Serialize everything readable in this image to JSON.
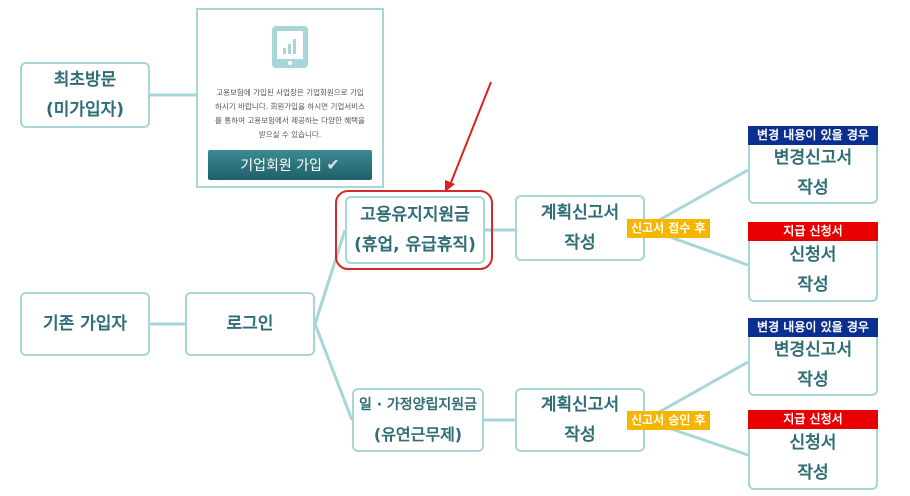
{
  "first_visit": {
    "line1": "최초방문",
    "line2": "(미가입자)"
  },
  "card": {
    "text": "고용보험에 가입된 사업장은 기업회원으로 가입 하시기 바랍니다. 회원가입을 하시면 기업서비스를 통하여 고용보험에서 제공하는 다양한 혜택을 받으실 수 있습니다.",
    "button": "기업회원 가입",
    "check": "✔"
  },
  "existing": "기존 가입자",
  "login": "로그인",
  "top": {
    "program1": "고용유지지원금",
    "program2": "(휴업, 유급휴직)",
    "plan1": "계획신고서",
    "plan2": "작성",
    "tag": "신고서 접수 후",
    "change_hdr": "변경 내용이 있을 경우",
    "change1": "변경신고서",
    "change2": "작성",
    "pay_hdr": "지급 신청서",
    "pay1": "신청서",
    "pay2": "작성"
  },
  "bottom": {
    "program1": "일 · 가정양립지원금",
    "program2": "(유연근무제)",
    "plan1": "계획신고서",
    "plan2": "작성",
    "tag": "신고서 승인 후",
    "change_hdr": "변경 내용이 있을 경우",
    "change1": "변경신고서",
    "change2": "작성",
    "pay_hdr": "지급 신청서",
    "pay1": "신청서",
    "pay2": "작성"
  },
  "colors": {
    "border": "#a6d6d8",
    "text": "#2e6d78",
    "navy": "#0b2f8f",
    "red": "#e80000",
    "tag": "#f7b500"
  }
}
